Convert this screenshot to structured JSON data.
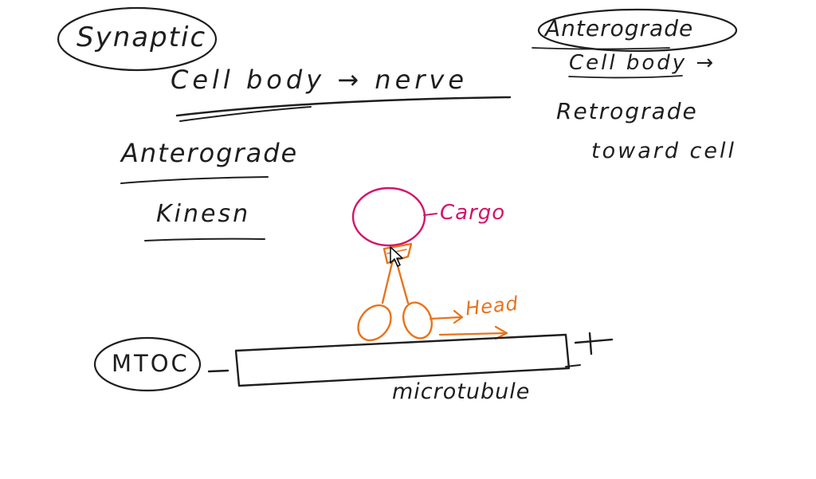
{
  "notes": {
    "synaptic": "Synaptic",
    "cell_body_to_nerve": "Cell body → nerve",
    "anterograde_left": "Anterograde",
    "kinesin": "Kinesn",
    "anterograde_right": "Anterograde",
    "cell_body_right": "Cell body →",
    "retrograde": "Retrograde",
    "toward_cell": "toward cell"
  },
  "diagram": {
    "cargo_label": "Cargo",
    "head_label": "Head",
    "mtoc_label": "MTOC",
    "minus_end": "-",
    "plus_end": "+",
    "microtubule_label": "microtubule"
  },
  "colors": {
    "ink": "#1e1e1e",
    "cargo": "#d4136a",
    "motor": "#e8731c"
  }
}
